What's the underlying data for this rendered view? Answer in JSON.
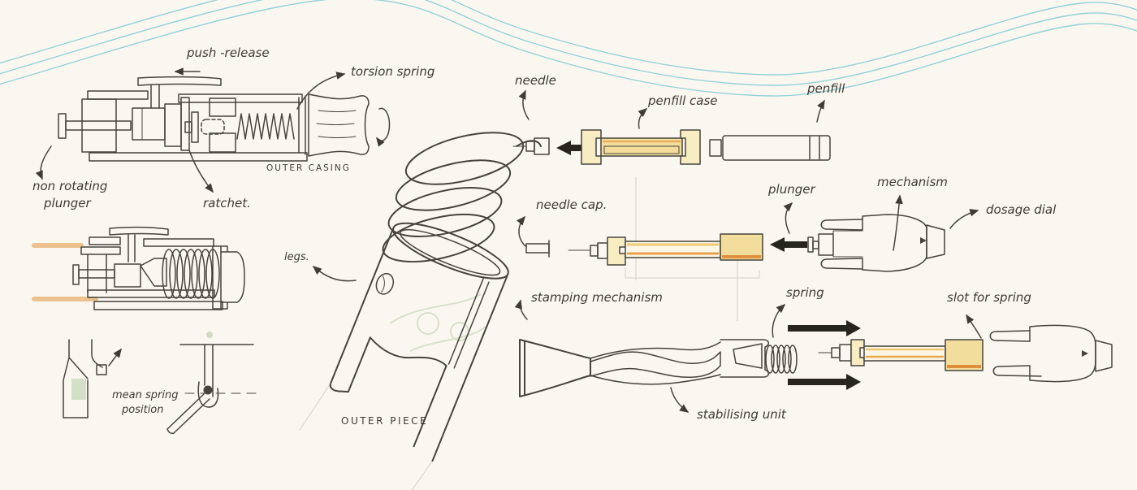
{
  "palette": {
    "background": "#FAF7F0",
    "ink": "#45453C",
    "wave": "#93D1D7",
    "highlight_yellow": "#F3DD9D",
    "highlight_orange": "#E79A48",
    "highlight_green": "#BCCFAD",
    "arrow_black": "#26261F"
  },
  "figures": {
    "ratchet": {
      "push_release": "push -release",
      "torsion_spring": "torsion spring",
      "outer_casing": "OUTER CASING",
      "non_rotating_1": "non rotating",
      "non_rotating_2": "plunger",
      "ratchet": "ratchet."
    },
    "spring_detail": {
      "mean_spring_1": "mean spring",
      "mean_spring_2": "position"
    },
    "outer_piece": {
      "legs": "legs.",
      "caption": "OUTER PIECE"
    },
    "penfill": {
      "needle": "needle",
      "case": "penfill case",
      "penfill": "penfill"
    },
    "mechanism": {
      "needle_cap": "needle cap.",
      "plunger": "plunger",
      "mechanism": "mechanism",
      "dosage_dial": "dosage dial"
    },
    "stamping": {
      "stamping_mechanism": "stamping mechanism",
      "spring": "spring",
      "slot_for_spring": "slot for spring",
      "stabilising_unit": "stabilising unit"
    }
  }
}
